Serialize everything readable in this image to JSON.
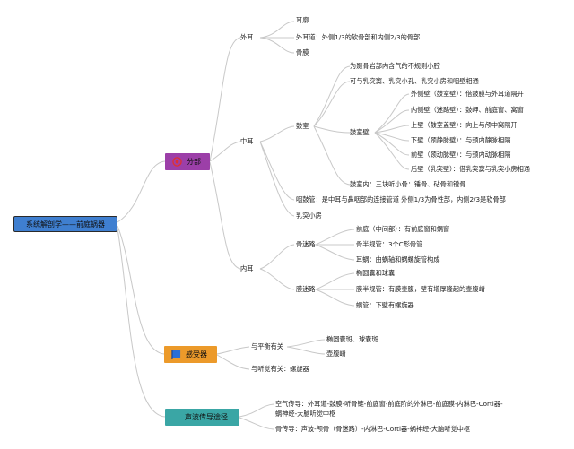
{
  "root": {
    "label": "系统解剖学——前庭蜗器"
  },
  "branches": [
    {
      "label": "分部",
      "color": "#9c3fa8",
      "icon": "target-icon"
    },
    {
      "label": "感受器",
      "color": "#ec9a2a",
      "icon": "flag-icon"
    },
    {
      "label": "声波传导途径",
      "color": "#3aa6a5",
      "icon": ""
    }
  ],
  "outer_ear": {
    "label": "外耳",
    "items": [
      "耳廓",
      "外耳道：外侧1/3的软骨部和内侧2/3的骨部",
      "骨膜"
    ]
  },
  "middle_ear": {
    "label": "中耳",
    "tympanic_cavity": {
      "label": "鼓室",
      "items": [
        "为颞骨岩部内含气的不规则小腔",
        "可与乳突窦、乳突小孔、乳突小房和咽壁相通"
      ],
      "walls_label": "鼓室壁",
      "walls": [
        "外侧壁（鼓室壁）：借鼓膜与外耳道隔开",
        "内侧壁（迷路壁）：鼓岬、前庭窗、窝窗",
        "上壁（鼓室盖壁）：向上与颅中窝隔开",
        "下壁（颈静脉壁）：与颈内静脉相隔",
        "前壁（颈动脉壁）：与颈内动脉相隔",
        "后壁（乳突壁）：借乳突窦与乳突小房相通"
      ],
      "contents": "鼓室内：三块听小骨：锤骨、砧骨和镫骨"
    },
    "eustachian": "咽鼓管：是中耳与鼻咽部的连接管道 外侧1/3为骨性部，内侧2/3是软骨部",
    "mastoid": "乳突小房"
  },
  "inner_ear": {
    "label": "内耳",
    "bony": {
      "label": "骨迷路",
      "items": [
        "前庭（中间部）：有前庭窗和蜗窗",
        "骨半规管：3个C形骨管",
        "耳蜗：由蜗轴和蜗螺旋管构成"
      ]
    },
    "membranous": {
      "label": "膜迷路",
      "items": [
        "椭圆囊和球囊",
        "膜半规管：有膜壶腹，壁有增厚隆起的壶腹嵴",
        "蜗管：下壁有螺旋器"
      ]
    }
  },
  "receptors": {
    "balance": {
      "label": "与平衡有关",
      "items": [
        "椭圆囊斑、球囊斑",
        "壶腹嵴"
      ]
    },
    "hearing": "与听觉有关：螺旋器"
  },
  "sound": {
    "air_line1": "空气传导：外耳道-鼓膜-听骨链-前庭窗-前庭阶的外淋巴-前庭膜-内淋巴-Corti器-",
    "air_line2": "蜗神经-大脑听觉中枢",
    "bone": "骨传导：声波-颅骨（骨迷路）-内淋巴-Corti器-蜗神经-大脑听觉中枢"
  }
}
